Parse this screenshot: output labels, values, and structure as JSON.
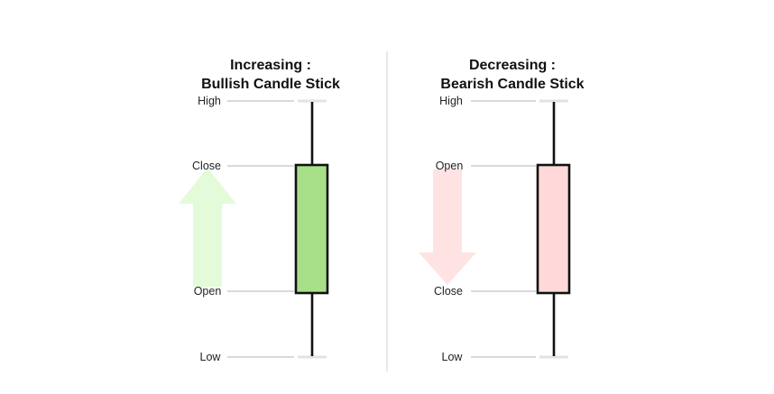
{
  "panels": [
    {
      "title_line1": "Increasing :",
      "title_line2": "Bullish Candle Stick",
      "labels": {
        "high": "High",
        "close": "Close",
        "open": "Open",
        "low": "Low"
      },
      "body_color": "#a8e08a",
      "arrow_color": "#e4fbd9",
      "arrow_direction": "up"
    },
    {
      "title_line1": "Decreasing :",
      "title_line2": "Bearish Candle Stick",
      "labels": {
        "high": "High",
        "open": "Open",
        "close": "Close",
        "low": "Low"
      },
      "body_color": "#ffd9d9",
      "arrow_color": "#ffe3e3",
      "arrow_direction": "down"
    }
  ],
  "colors": {
    "divider": "#d9d9d9",
    "guide_line": "#b5b5b5",
    "tick": "#e3e3e3",
    "candle_outline": "#111111"
  }
}
